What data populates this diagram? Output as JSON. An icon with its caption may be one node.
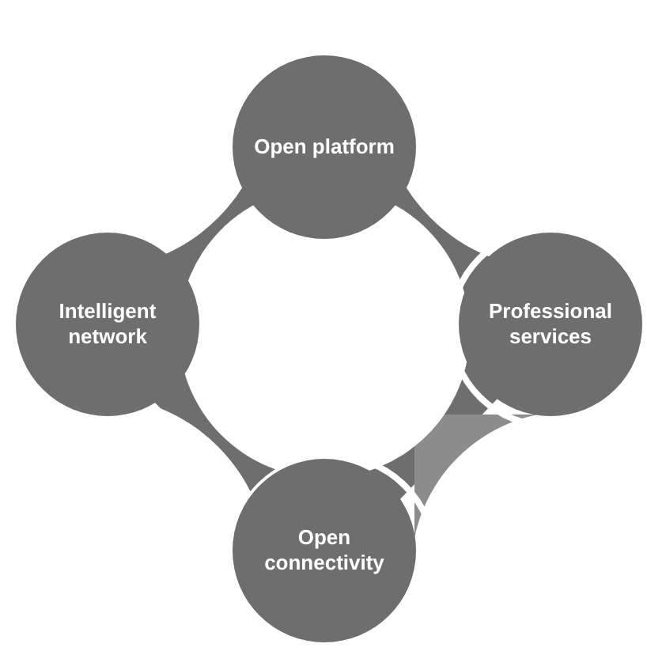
{
  "diagram": {
    "nodes": [
      {
        "text": [
          "Open platform"
        ]
      },
      {
        "text": [
          "Intelligent network"
        ]
      },
      {
        "text": [
          "Professional services"
        ]
      },
      {
        "text": [
          "Open connectivity"
        ]
      }
    ],
    "edges": []
  }
}
